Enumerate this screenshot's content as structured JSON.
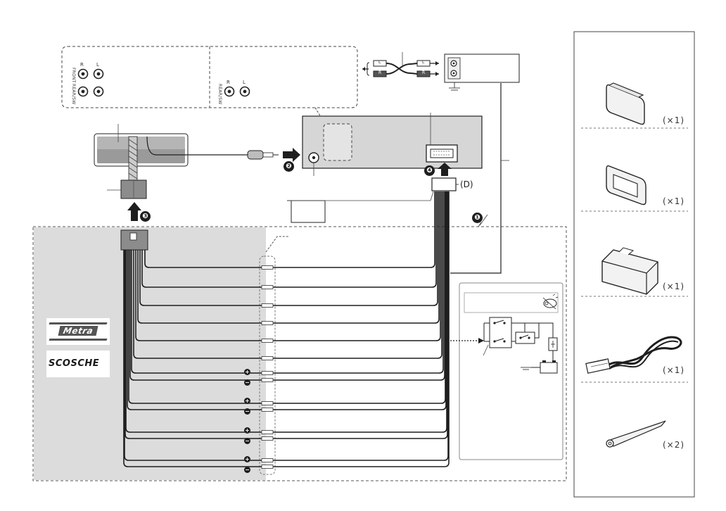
{
  "steps": {
    "s1": "❶",
    "s2": "❷",
    "s3": "❸",
    "s4": "❹"
  },
  "connector_d_label": "(D)",
  "rca_panel_left": {
    "col_r": "R",
    "col_l": "L",
    "row_front": "FRONT",
    "row_rear": "REAR/SW"
  },
  "rca_panel_right": {
    "col_r": "R",
    "col_l": "L",
    "row_rear": "REAR/SW"
  },
  "rca_plug_labels": {
    "left": "L",
    "right": "R"
  },
  "polarity": {
    "plus": "+",
    "minus": "−"
  },
  "logos": {
    "metra": "Metra",
    "scosche": "SCOSCHE"
  },
  "accessories": [
    {
      "name": "faceplate-icon",
      "qty": "(×1)"
    },
    {
      "name": "trim-plate-icon",
      "qty": "(×1)"
    },
    {
      "name": "mounting-sleeve-icon",
      "qty": "(×1)"
    },
    {
      "name": "wiring-harness-icon",
      "qty": "(×1)"
    },
    {
      "name": "extraction-key-icon",
      "qty": "(×2)"
    }
  ],
  "colors": {
    "line": "#1e1e1e",
    "gray_zone": "#dcdcdc",
    "unit_fill": "#d6d6d6",
    "dash": "#888888"
  }
}
